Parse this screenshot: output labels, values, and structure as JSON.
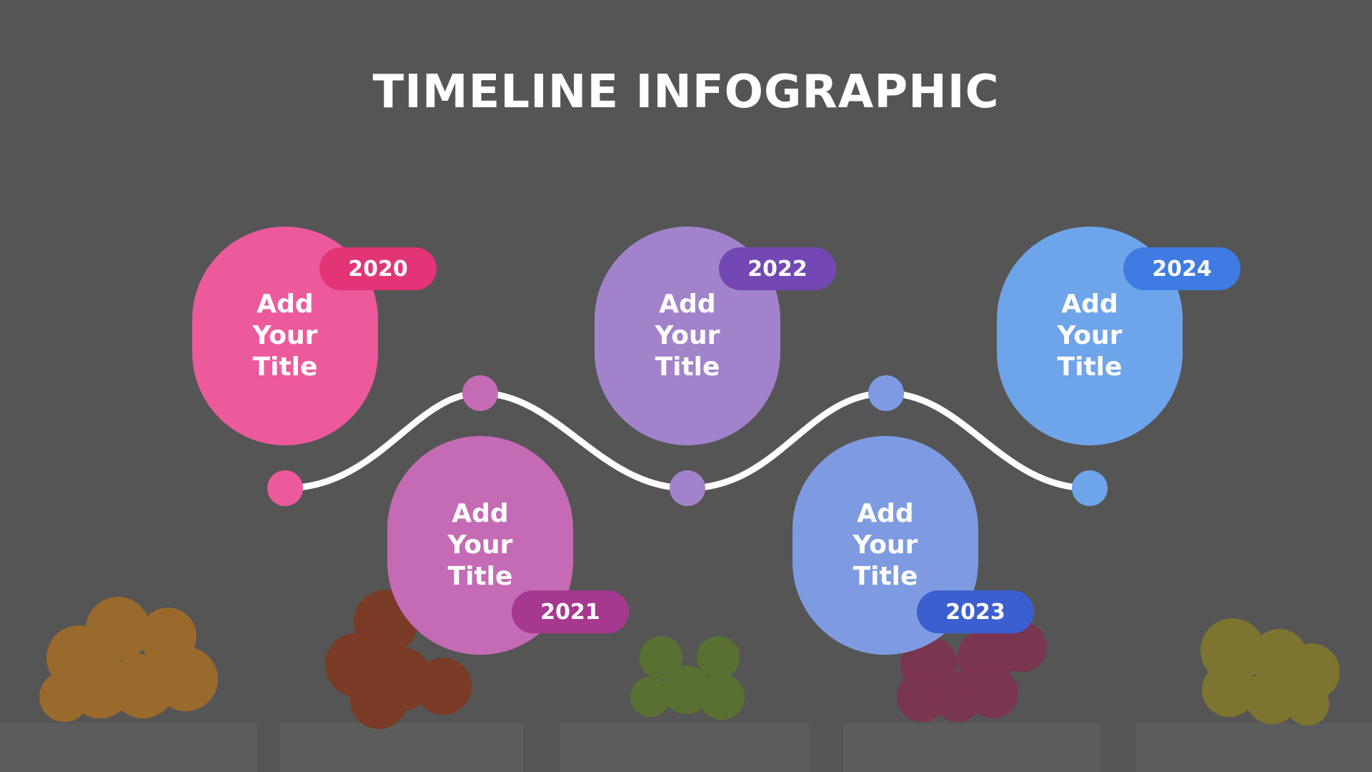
{
  "title": "TIMELINE INFOGRAPHIC",
  "milestones": [
    {
      "year": "2020",
      "title": "Add Your Title",
      "color": "#EC5A9C",
      "pill_color": "#E23476"
    },
    {
      "year": "2021",
      "title": "Add Your Title",
      "color": "#C56BB5",
      "pill_color": "#A7388F"
    },
    {
      "year": "2022",
      "title": "Add Your Title",
      "color": "#A283CB",
      "pill_color": "#7347B4"
    },
    {
      "year": "2023",
      "title": "Add Your Title",
      "color": "#7E9BE2",
      "pill_color": "#3B5FD1"
    },
    {
      "year": "2024",
      "title": "Add Your Title",
      "color": "#6EA4EA",
      "pill_color": "#3E7CE3"
    }
  ],
  "curve_color": "#FFFFFF",
  "background_color": "#555555"
}
